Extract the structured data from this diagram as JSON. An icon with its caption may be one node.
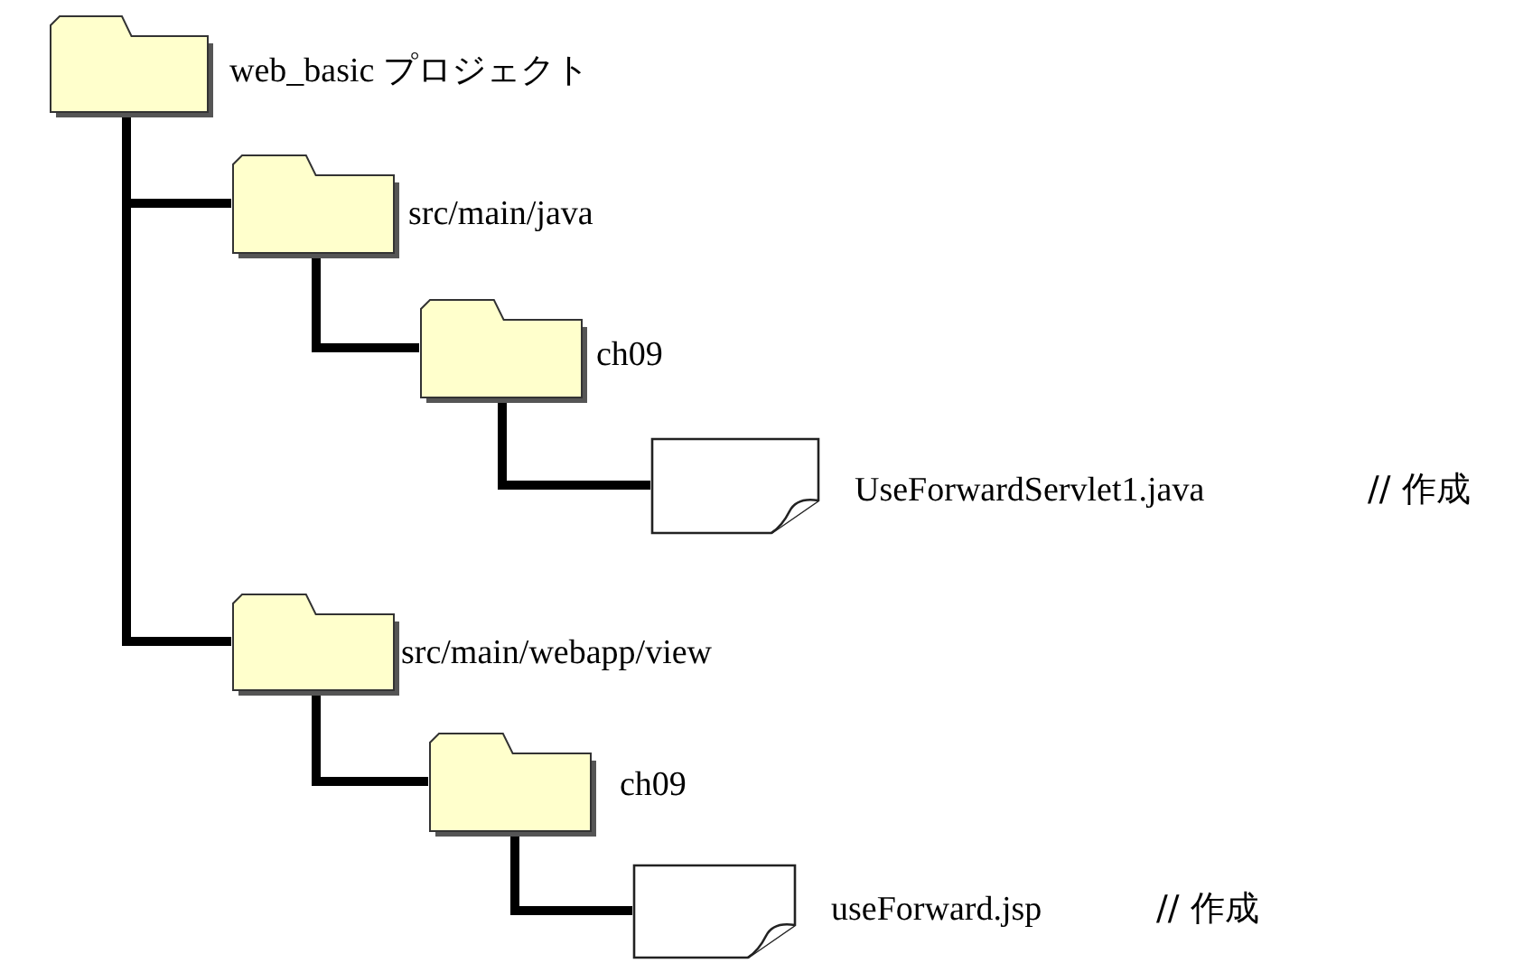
{
  "diagram": {
    "nodes": [
      {
        "text": [
          "web_basic プロジェクト"
        ]
      },
      {
        "text": [
          "src/main/java"
        ]
      },
      {
        "text": [
          "ch09"
        ]
      },
      {
        "text": [
          "UseForwardServlet1.java"
        ]
      },
      {
        "text": [
          "src/main/webapp/view"
        ]
      },
      {
        "text": [
          "ch09"
        ]
      },
      {
        "text": [
          "useForward.jsp"
        ]
      }
    ],
    "edges": [
      {
        "from": 0,
        "to": 1,
        "arrow": "none"
      },
      {
        "from": 1,
        "to": 2,
        "arrow": "none"
      },
      {
        "from": 2,
        "to": 3,
        "arrow": "none"
      },
      {
        "from": 0,
        "to": 4,
        "arrow": "none"
      },
      {
        "from": 4,
        "to": 5,
        "arrow": "none"
      },
      {
        "from": 5,
        "to": 6,
        "arrow": "none"
      }
    ],
    "labels": [
      "// 作成",
      "// 作成"
    ]
  }
}
